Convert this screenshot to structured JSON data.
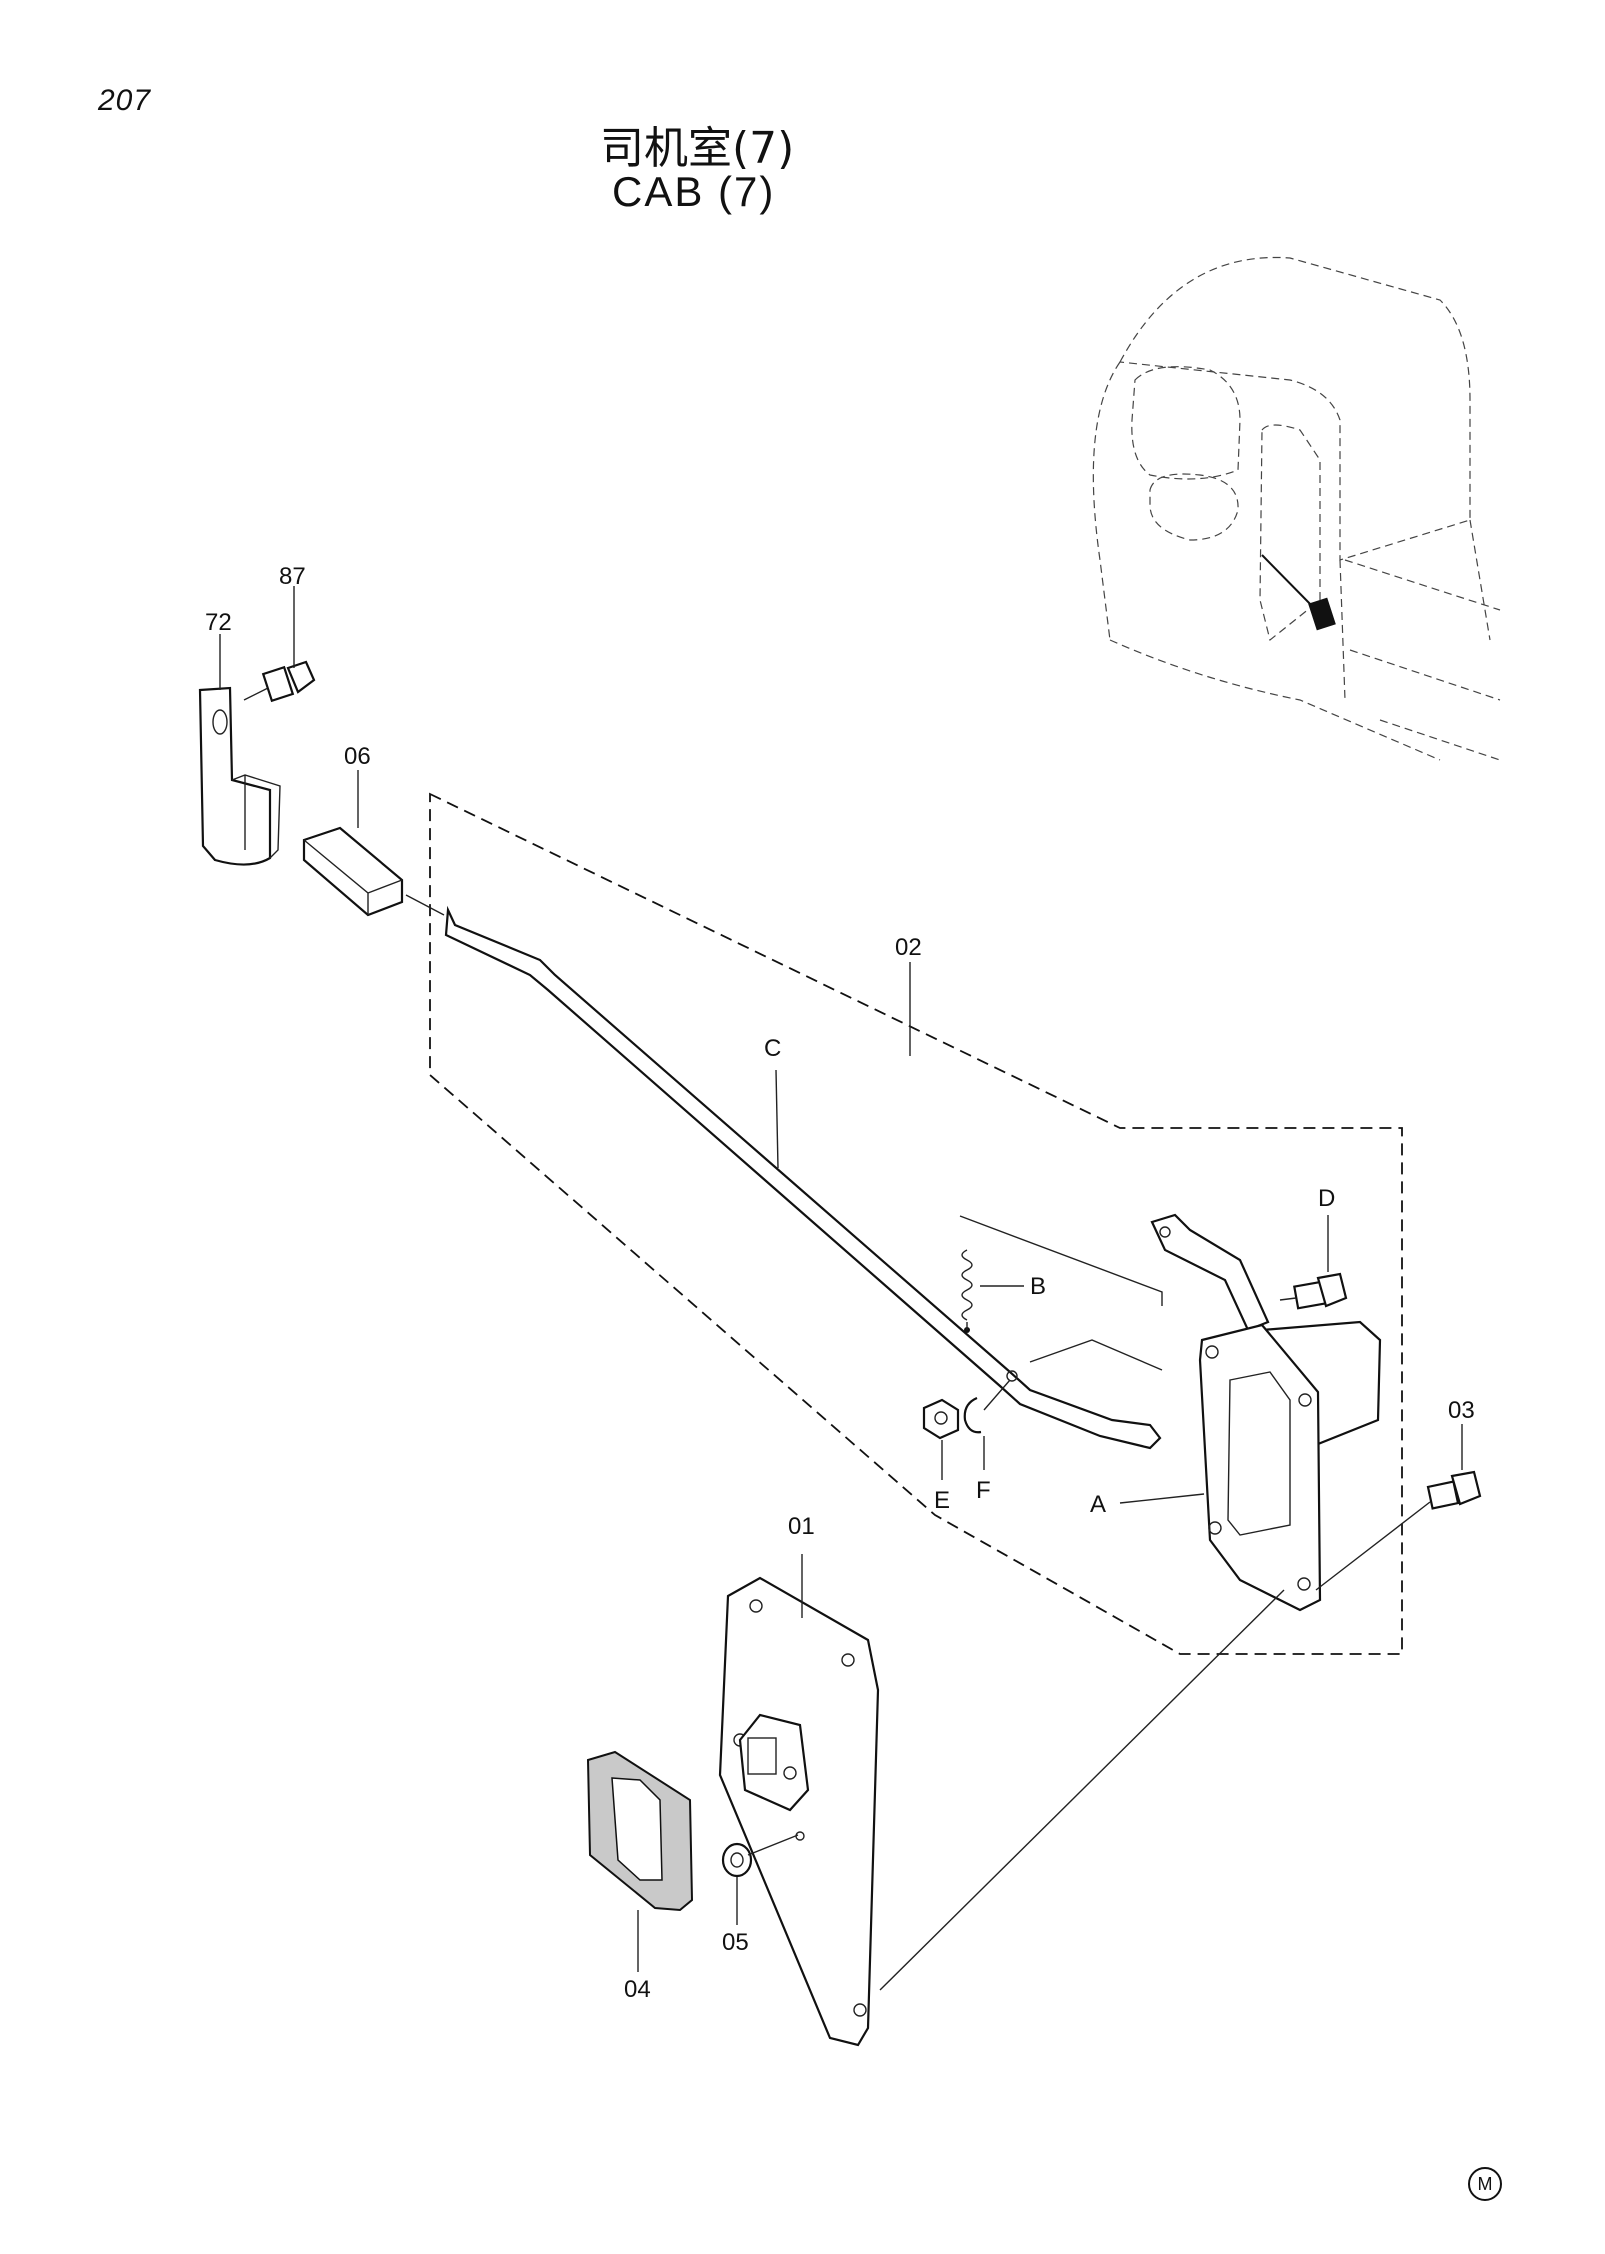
{
  "page": {
    "number": "207"
  },
  "title": {
    "zh": "司机室(7)",
    "en": "CAB (7)"
  },
  "footer": {
    "marker": "M"
  },
  "callouts": [
    {
      "id": "87",
      "part": "bolt"
    },
    {
      "id": "72",
      "part": "bracket"
    },
    {
      "id": "06",
      "part": "rubber-block"
    },
    {
      "id": "02",
      "part": "lever-assembly"
    },
    {
      "id": "C",
      "part": "lever-rod"
    },
    {
      "id": "D",
      "part": "bolt"
    },
    {
      "id": "B",
      "part": "spring"
    },
    {
      "id": "03",
      "part": "bolt"
    },
    {
      "id": "E",
      "part": "nut"
    },
    {
      "id": "F",
      "part": "washer"
    },
    {
      "id": "A",
      "part": "handle-housing"
    },
    {
      "id": "01",
      "part": "lock-plate"
    },
    {
      "id": "04",
      "part": "cover"
    },
    {
      "id": "05",
      "part": "nut"
    }
  ]
}
